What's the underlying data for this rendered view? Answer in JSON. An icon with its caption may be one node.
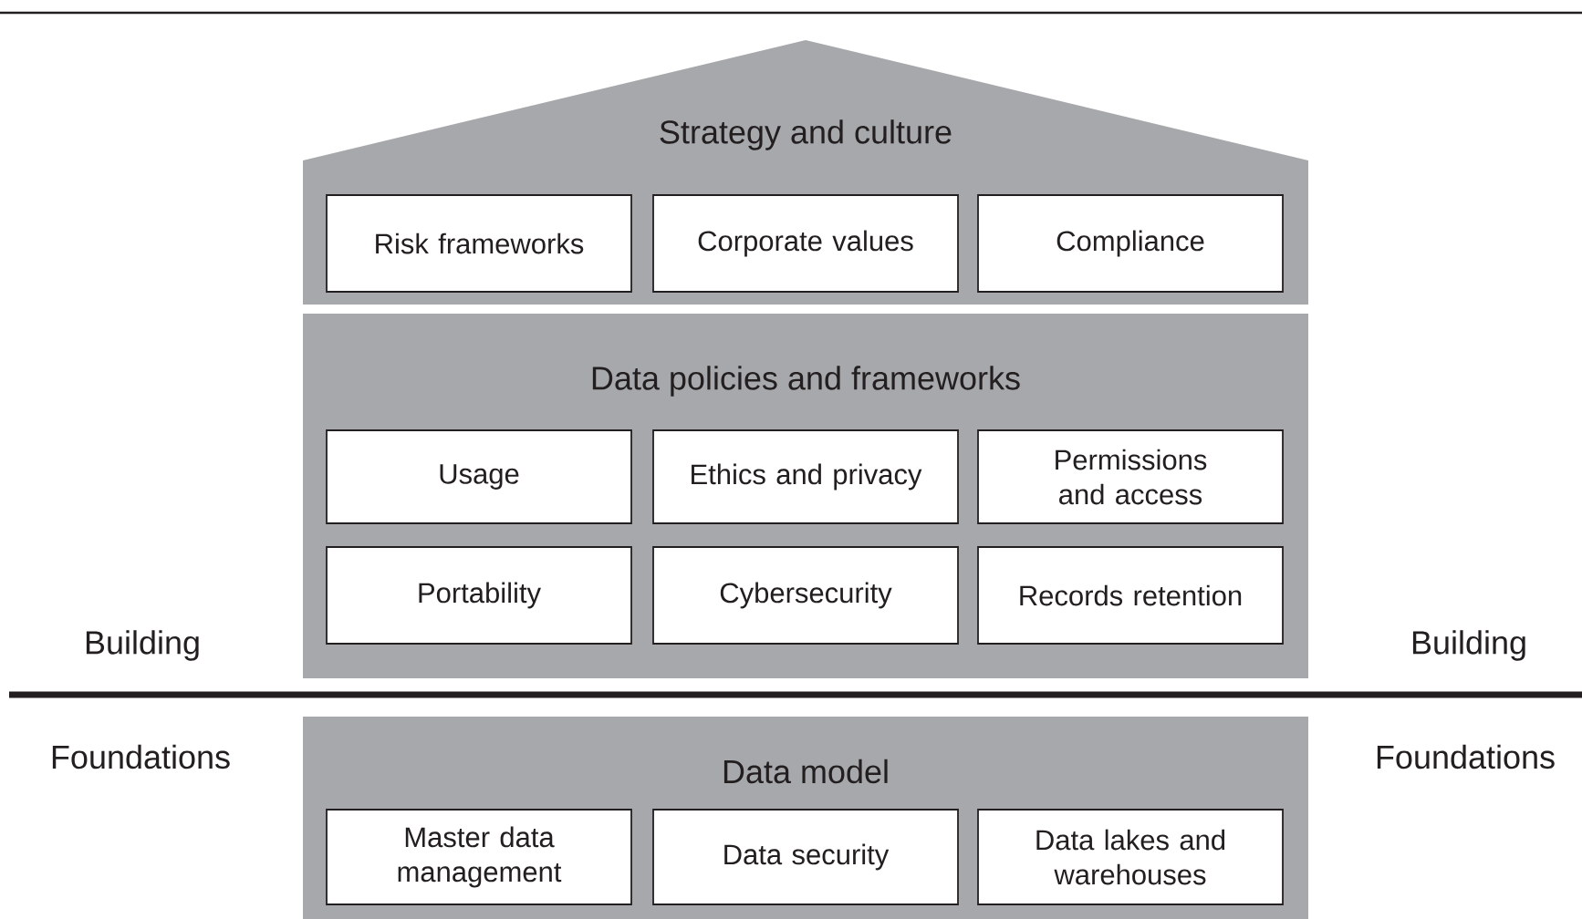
{
  "diagram": {
    "nodes": [
      {
        "text": [
          "Strategy and culture"
        ]
      },
      {
        "text": [
          "Risk frameworks"
        ],
        "in": 0
      },
      {
        "text": [
          "Corporate values"
        ],
        "in": 0
      },
      {
        "text": [
          "Compliance"
        ],
        "in": 0
      },
      {
        "text": [
          "Data policies and frameworks"
        ]
      },
      {
        "text": [
          "Usage"
        ],
        "in": 4
      },
      {
        "text": [
          "Ethics and privacy"
        ],
        "in": 4
      },
      {
        "text": [
          "Permissions and access"
        ],
        "in": 4
      },
      {
        "text": [
          "Portability"
        ],
        "in": 4
      },
      {
        "text": [
          "Cybersecurity"
        ],
        "in": 4
      },
      {
        "text": [
          "Records retention"
        ],
        "in": 4
      },
      {
        "text": [
          "Data model"
        ]
      },
      {
        "text": [
          "Master data management"
        ],
        "in": 11
      },
      {
        "text": [
          "Data security"
        ],
        "in": 11
      },
      {
        "text": [
          "Data lakes and warehouses"
        ],
        "in": 11
      }
    ],
    "labels": [
      "Building",
      "Building",
      "Foundations",
      "Foundations"
    ]
  }
}
